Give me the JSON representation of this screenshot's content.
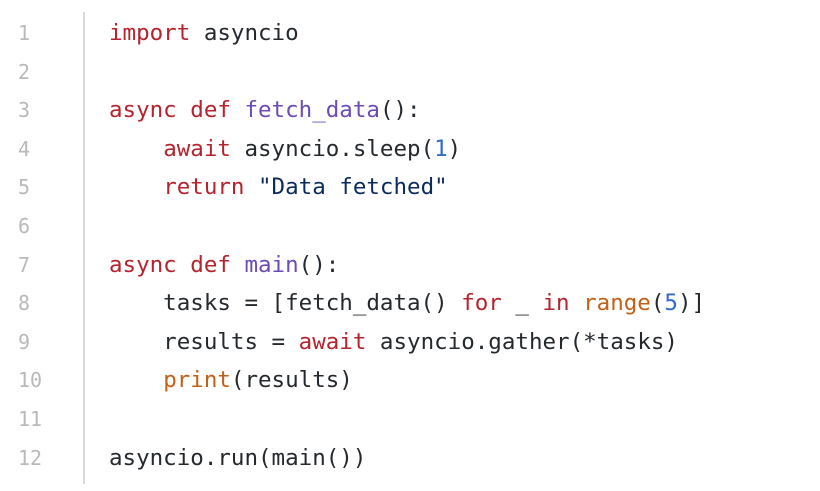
{
  "code_lines": [
    {
      "ln": "1",
      "tokens": [
        {
          "t": "import",
          "c": "kw"
        },
        {
          "t": " asyncio",
          "c": "plain"
        }
      ]
    },
    {
      "ln": "2",
      "tokens": []
    },
    {
      "ln": "3",
      "tokens": [
        {
          "t": "async",
          "c": "kw"
        },
        {
          "t": " ",
          "c": "plain"
        },
        {
          "t": "def",
          "c": "kw"
        },
        {
          "t": " ",
          "c": "plain"
        },
        {
          "t": "fetch_data",
          "c": "fn"
        },
        {
          "t": "():",
          "c": "plain"
        }
      ]
    },
    {
      "ln": "4",
      "tokens": [
        {
          "t": "    ",
          "c": "plain"
        },
        {
          "t": "await",
          "c": "kw"
        },
        {
          "t": " asyncio.sleep(",
          "c": "plain"
        },
        {
          "t": "1",
          "c": "num"
        },
        {
          "t": ")",
          "c": "plain"
        }
      ]
    },
    {
      "ln": "5",
      "tokens": [
        {
          "t": "    ",
          "c": "plain"
        },
        {
          "t": "return",
          "c": "kw"
        },
        {
          "t": " ",
          "c": "plain"
        },
        {
          "t": "\"Data fetched\"",
          "c": "str"
        }
      ]
    },
    {
      "ln": "6",
      "tokens": []
    },
    {
      "ln": "7",
      "tokens": [
        {
          "t": "async",
          "c": "kw"
        },
        {
          "t": " ",
          "c": "plain"
        },
        {
          "t": "def",
          "c": "kw"
        },
        {
          "t": " ",
          "c": "plain"
        },
        {
          "t": "main",
          "c": "fn"
        },
        {
          "t": "():",
          "c": "plain"
        }
      ]
    },
    {
      "ln": "8",
      "tokens": [
        {
          "t": "    tasks = [fetch_data() ",
          "c": "plain"
        },
        {
          "t": "for",
          "c": "kw"
        },
        {
          "t": " _ ",
          "c": "plain"
        },
        {
          "t": "in",
          "c": "kw"
        },
        {
          "t": " ",
          "c": "plain"
        },
        {
          "t": "range",
          "c": "bi"
        },
        {
          "t": "(",
          "c": "plain"
        },
        {
          "t": "5",
          "c": "num"
        },
        {
          "t": ")]",
          "c": "plain"
        }
      ]
    },
    {
      "ln": "9",
      "tokens": [
        {
          "t": "    results = ",
          "c": "plain"
        },
        {
          "t": "await",
          "c": "kw"
        },
        {
          "t": " asyncio.gather(*tasks)",
          "c": "plain"
        }
      ]
    },
    {
      "ln": "10",
      "tokens": [
        {
          "t": "    ",
          "c": "plain"
        },
        {
          "t": "print",
          "c": "bi"
        },
        {
          "t": "(results)",
          "c": "plain"
        }
      ]
    },
    {
      "ln": "11",
      "tokens": []
    },
    {
      "ln": "12",
      "tokens": [
        {
          "t": "asyncio.run(main())",
          "c": "plain"
        }
      ]
    }
  ],
  "colors": {
    "keyword": "#b4232e",
    "function_name": "#6c4bb5",
    "string": "#0b2b5c",
    "number": "#2e6ac9",
    "builtin": "#c45f16",
    "text": "#24292e",
    "line_number": "#b9b9b9",
    "gutter_divider": "#d9d9d9"
  }
}
